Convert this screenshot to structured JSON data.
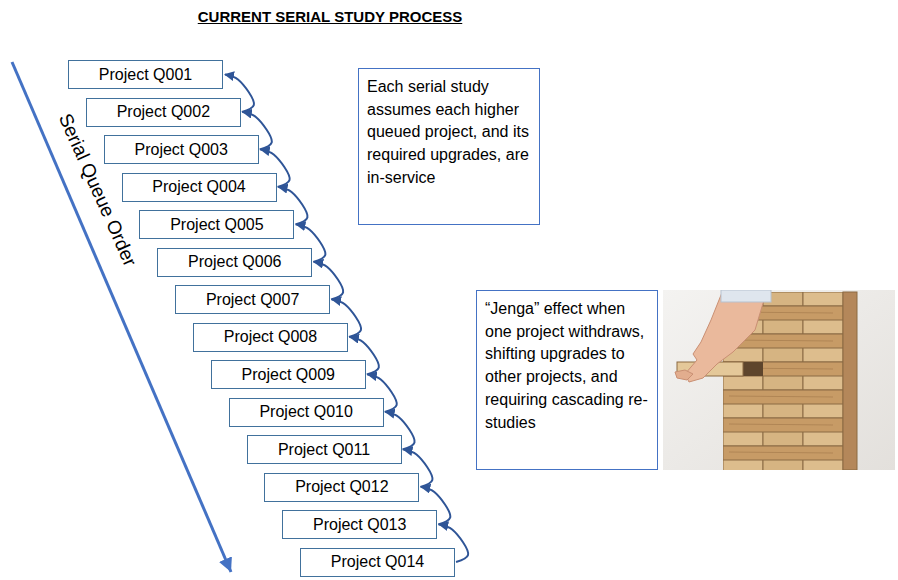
{
  "diagram": {
    "title": "CURRENT SERIAL STUDY PROCESS",
    "nodes": [
      {
        "text": [
          "Project Q001"
        ]
      },
      {
        "text": [
          "Project Q002"
        ]
      },
      {
        "text": [
          "Project Q003"
        ]
      },
      {
        "text": [
          "Project Q004"
        ]
      },
      {
        "text": [
          "Project Q005"
        ]
      },
      {
        "text": [
          "Project Q006"
        ]
      },
      {
        "text": [
          "Project Q007"
        ]
      },
      {
        "text": [
          "Project Q008"
        ]
      },
      {
        "text": [
          "Project Q009"
        ]
      },
      {
        "text": [
          "Project Q010"
        ]
      },
      {
        "text": [
          "Project Q011"
        ]
      },
      {
        "text": [
          "Project Q012"
        ]
      },
      {
        "text": [
          "Project Q013"
        ]
      },
      {
        "text": [
          "Project Q014"
        ]
      },
      {
        "text": [
          "Each serial study assumes each higher queued project, and its required upgrades, are in-service"
        ]
      },
      {
        "text": [
          "“Jenga” effect when one project withdraws, shifting upgrades to other projects, and requiring cascading re-studies"
        ]
      }
    ],
    "edges": [
      {
        "from": 1,
        "to": 0,
        "arrow": "to"
      },
      {
        "from": 2,
        "to": 1,
        "arrow": "to"
      },
      {
        "from": 3,
        "to": 2,
        "arrow": "to"
      },
      {
        "from": 4,
        "to": 3,
        "arrow": "to"
      },
      {
        "from": 5,
        "to": 4,
        "arrow": "to"
      },
      {
        "from": 6,
        "to": 5,
        "arrow": "to"
      },
      {
        "from": 7,
        "to": 6,
        "arrow": "to"
      },
      {
        "from": 8,
        "to": 7,
        "arrow": "to"
      },
      {
        "from": 9,
        "to": 8,
        "arrow": "to"
      },
      {
        "from": 10,
        "to": 9,
        "arrow": "to"
      },
      {
        "from": 11,
        "to": 10,
        "arrow": "to"
      },
      {
        "from": 12,
        "to": 11,
        "arrow": "to"
      },
      {
        "from": 13,
        "to": 12,
        "arrow": "to"
      }
    ],
    "labels": [
      "Serial Queue Order"
    ]
  }
}
